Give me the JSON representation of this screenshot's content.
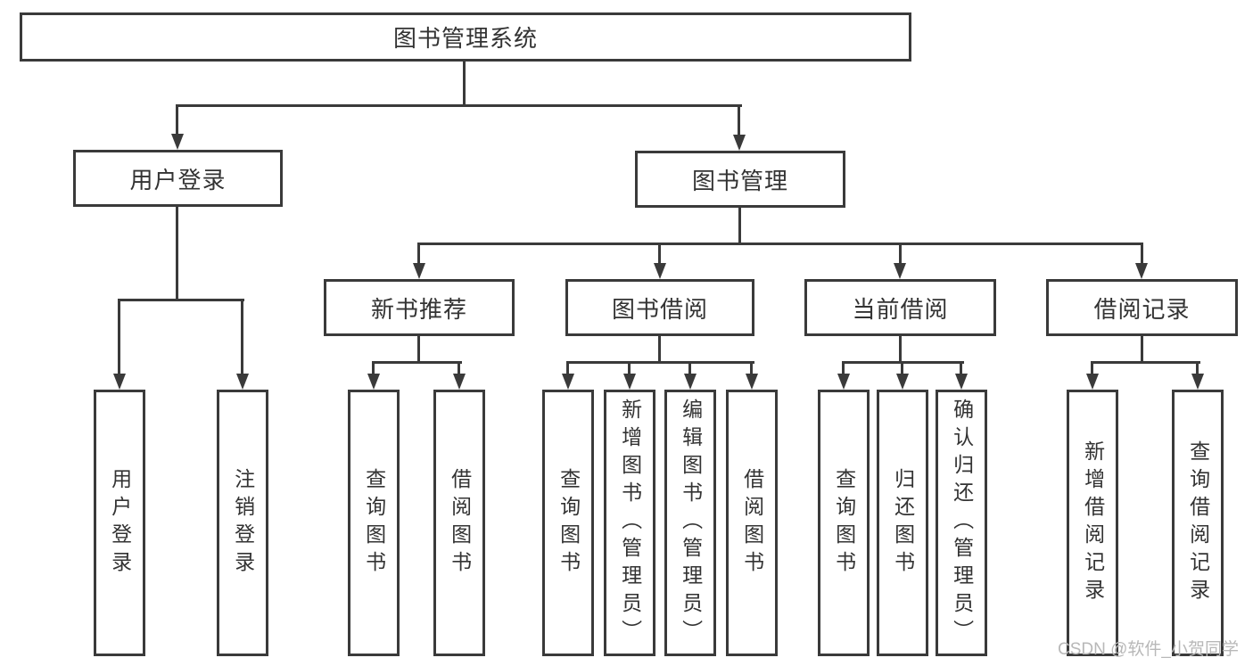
{
  "tree": {
    "label": "图书管理系统",
    "children": [
      {
        "label": "用户登录",
        "children": [
          {
            "label": "用户登录"
          },
          {
            "label": "注销登录"
          }
        ]
      },
      {
        "label": "图书管理",
        "children": [
          {
            "label": "新书推荐",
            "children": [
              {
                "label": "查询图书"
              },
              {
                "label": "借阅图书"
              }
            ]
          },
          {
            "label": "图书借阅",
            "children": [
              {
                "label": "查询图书"
              },
              {
                "label": "新增图书（管理员）"
              },
              {
                "label": "编辑图书（管理员）"
              },
              {
                "label": "借阅图书"
              }
            ]
          },
          {
            "label": "当前借阅",
            "children": [
              {
                "label": "查询图书"
              },
              {
                "label": "归还图书"
              },
              {
                "label": "确认归还（管理员）"
              }
            ]
          },
          {
            "label": "借阅记录",
            "children": [
              {
                "label": "新增借阅记录"
              },
              {
                "label": "查询借阅记录"
              }
            ]
          }
        ]
      }
    ]
  },
  "watermark": {
    "text": "CSDN @软件_小贺同学"
  },
  "colors": {
    "border": "#3a3a3a",
    "line": "#3a3a3a",
    "text": "#333333",
    "background": "#ffffff",
    "watermark": "#b8b8b8"
  }
}
